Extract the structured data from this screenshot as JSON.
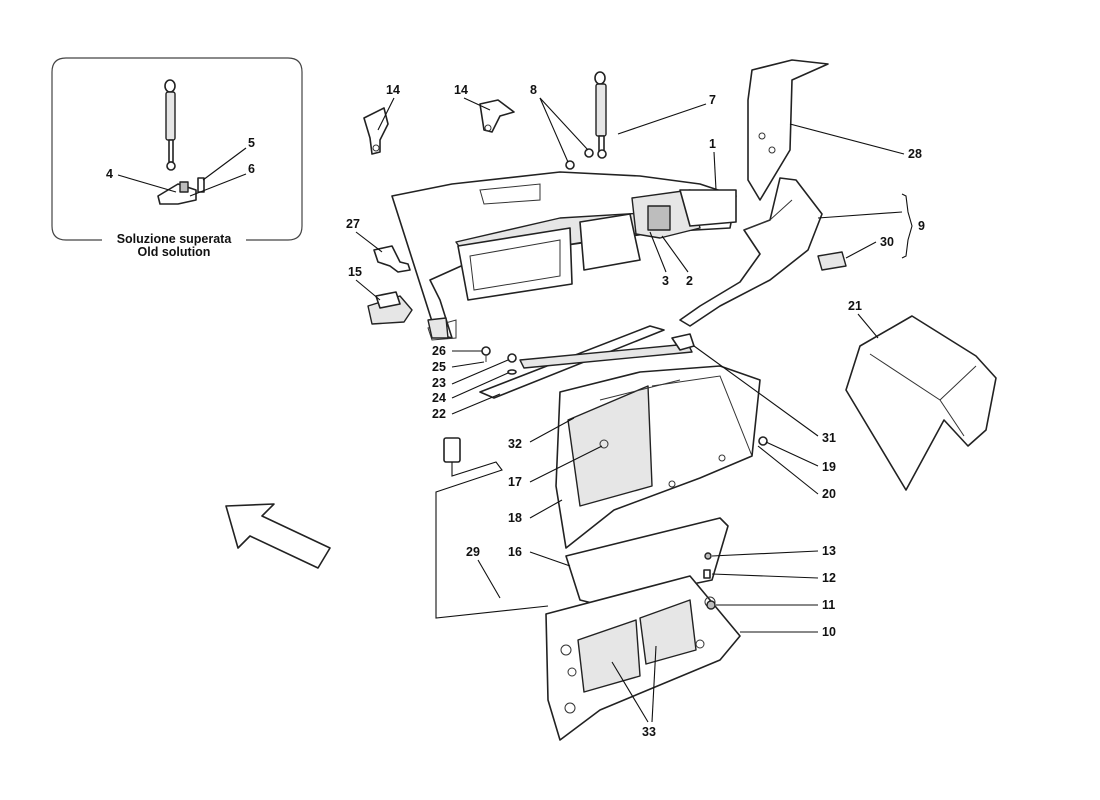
{
  "inset": {
    "caption_line1": "Soluzione superata",
    "caption_line2": "Old solution",
    "callouts": [
      "4",
      "5",
      "6"
    ]
  },
  "callouts": [
    {
      "id": "1",
      "label": "1"
    },
    {
      "id": "2",
      "label": "2"
    },
    {
      "id": "3",
      "label": "3"
    },
    {
      "id": "7",
      "label": "7"
    },
    {
      "id": "8",
      "label": "8"
    },
    {
      "id": "9",
      "label": "9"
    },
    {
      "id": "10",
      "label": "10"
    },
    {
      "id": "11",
      "label": "11"
    },
    {
      "id": "12",
      "label": "12"
    },
    {
      "id": "13",
      "label": "13"
    },
    {
      "id": "14a",
      "label": "14"
    },
    {
      "id": "14b",
      "label": "14"
    },
    {
      "id": "15",
      "label": "15"
    },
    {
      "id": "16",
      "label": "16"
    },
    {
      "id": "17",
      "label": "17"
    },
    {
      "id": "18",
      "label": "18"
    },
    {
      "id": "19",
      "label": "19"
    },
    {
      "id": "20",
      "label": "20"
    },
    {
      "id": "21",
      "label": "21"
    },
    {
      "id": "22",
      "label": "22"
    },
    {
      "id": "23",
      "label": "23"
    },
    {
      "id": "24",
      "label": "24"
    },
    {
      "id": "25",
      "label": "25"
    },
    {
      "id": "26",
      "label": "26"
    },
    {
      "id": "27",
      "label": "27"
    },
    {
      "id": "28",
      "label": "28"
    },
    {
      "id": "29",
      "label": "29"
    },
    {
      "id": "30",
      "label": "30"
    },
    {
      "id": "31",
      "label": "31"
    },
    {
      "id": "32",
      "label": "32"
    },
    {
      "id": "33",
      "label": "33"
    }
  ],
  "icons": {
    "direction_arrow": "arrow-up-left-icon"
  }
}
